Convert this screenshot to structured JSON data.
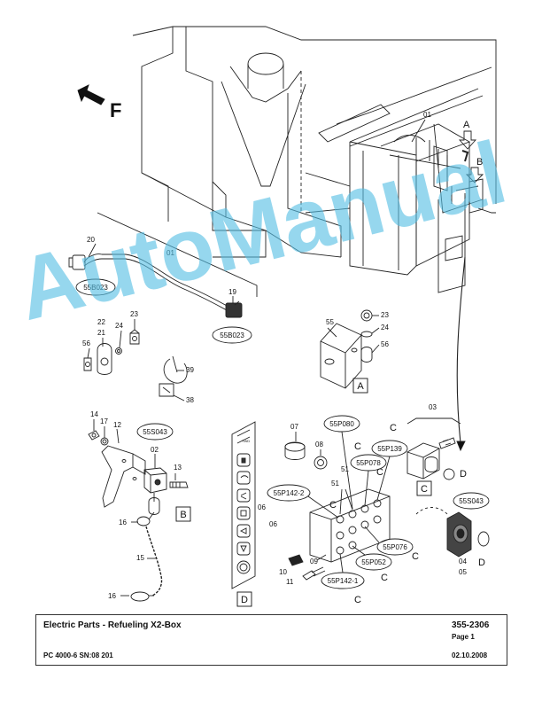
{
  "footer": {
    "title": "Electric Parts - Refueling X2-Box",
    "doc_number": "355-2306",
    "page": "Page 1",
    "model": "PC 4000-6 SN:08 201",
    "date": "02.10.2008"
  },
  "watermark": "AutoManual",
  "direction_label": "F",
  "view_letters": {
    "a": "A",
    "b": "B",
    "c": "C",
    "d": "D"
  },
  "callouts": {
    "p01a": "01",
    "p01b": "01",
    "p02": "02",
    "p03": "03",
    "p04": "04",
    "p05": "05",
    "p06a": "06",
    "p06b": "06",
    "p07": "07",
    "p08": "08",
    "p09": "09",
    "p10": "10",
    "p11": "11",
    "p12": "12",
    "p13": "13",
    "p14": "14",
    "p15": "15",
    "p16a": "16",
    "p16b": "16",
    "p17": "17",
    "p19": "19",
    "p20": "20",
    "p21": "21",
    "p22": "22",
    "p23a": "23",
    "p23b": "23",
    "p24a": "24",
    "p24b": "24",
    "p38": "38",
    "p39": "39",
    "p51a": "51",
    "p51b": "51",
    "p55": "55",
    "p56a": "56",
    "p56b": "56"
  },
  "refs": {
    "b023a": "55B023",
    "b023b": "55B023",
    "s043a": "55S043",
    "s043b": "55S043",
    "p080": "55P080",
    "p078": "55P078",
    "p139": "55P139",
    "p142_2": "55P142-2",
    "p142_1": "55P142-1",
    "p052": "55P052",
    "p076": "55P076"
  },
  "c_marks": {
    "c1": "C",
    "c2": "C",
    "c3": "C",
    "c4": "C",
    "c5": "C",
    "c6": "C",
    "c7": "C"
  },
  "d_marks": {
    "d1": "D",
    "d2": "D"
  },
  "panel_switch_label": "TWD"
}
